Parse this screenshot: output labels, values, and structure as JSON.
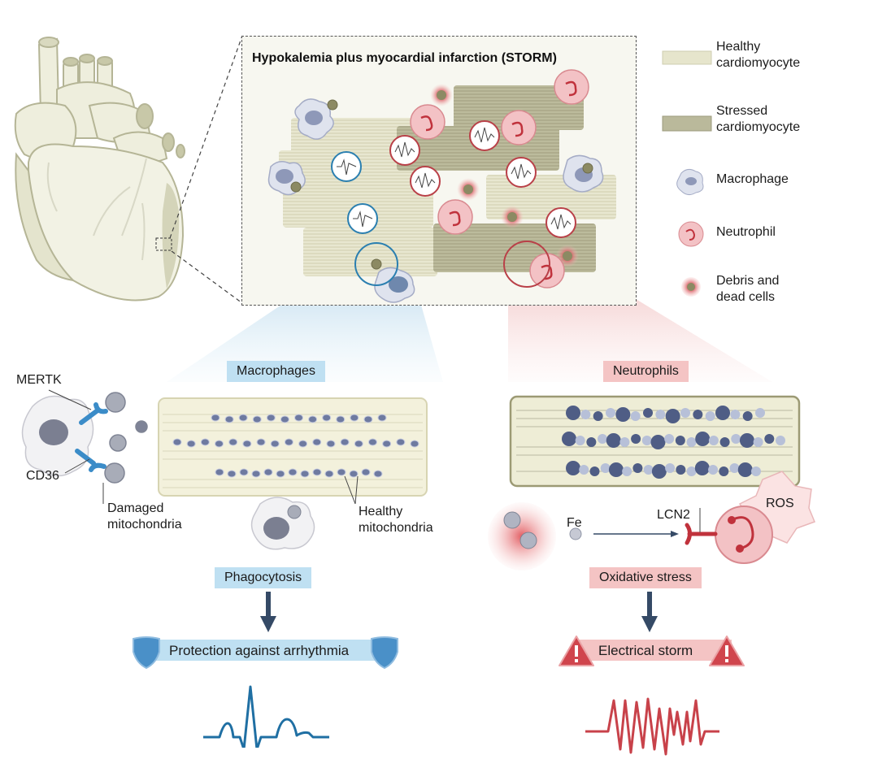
{
  "figure": {
    "title": "Hypokalemia plus myocardial infarction (STORM)"
  },
  "legend": {
    "items": [
      {
        "id": "healthy",
        "label_line1": "Healthy",
        "label_line2": "cardiomyocyte",
        "icon": "healthy-cardiomyocyte-icon"
      },
      {
        "id": "stressed",
        "label_line1": "Stressed",
        "label_line2": "cardiomyocyte",
        "icon": "stressed-cardiomyocyte-icon"
      },
      {
        "id": "macrophage",
        "label_line1": "Macrophage",
        "label_line2": "",
        "icon": "macrophage-icon"
      },
      {
        "id": "neutrophil",
        "label_line1": "Neutrophil",
        "label_line2": "",
        "icon": "neutrophil-icon"
      },
      {
        "id": "debris",
        "label_line1": "Debris and",
        "label_line2": "dead cells",
        "icon": "debris-icon"
      }
    ]
  },
  "left_panel": {
    "header": "Macrophages",
    "labels": {
      "mertk": "MERTK",
      "cd36": "CD36",
      "damaged_line1": "Damaged",
      "damaged_line2": "mitochondria",
      "healthy_line1": "Healthy",
      "healthy_line2": "mitochondria"
    },
    "process": "Phagocytosis",
    "outcome": "Protection against arrhythmia",
    "outcome_icon": "shield-icon",
    "ecg": "normal-sinus-rhythm"
  },
  "right_panel": {
    "header": "Neutrophils",
    "labels": {
      "fe": "Fe",
      "lcn2": "LCN2",
      "ros": "ROS"
    },
    "process": "Oxidative stress",
    "outcome": "Electrical storm",
    "outcome_icon": "warning-triangle-icon",
    "ecg": "ventricular-tachyarrhythmia"
  },
  "colors": {
    "blue_accent": "#2b7fb0",
    "blue_label_bg": "#bfe0f2",
    "red_accent": "#c8424a",
    "red_label_bg": "#f4c4c4",
    "healthy_myocyte": "#e6e6cf",
    "stressed_myocyte": "#b7b79a",
    "arrow": "#354a66"
  }
}
